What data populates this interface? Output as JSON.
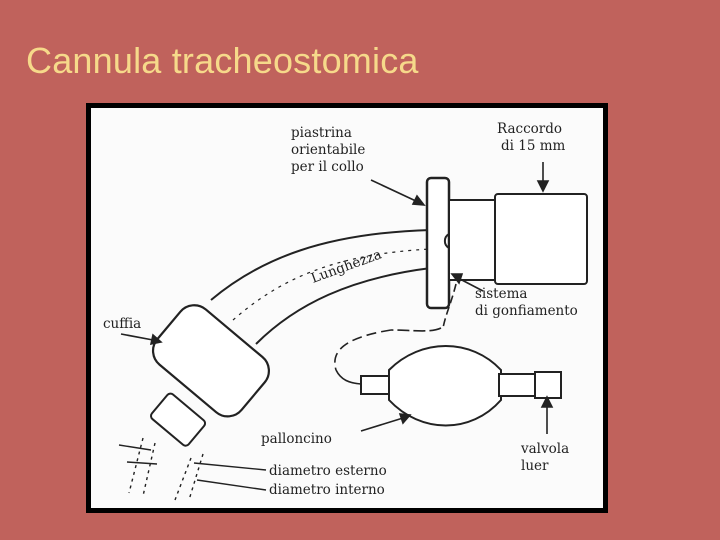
{
  "slide": {
    "title": "Cannula tracheostomica"
  },
  "diagram": {
    "labels": {
      "piastrina": [
        "piastrina",
        "orientabile",
        "per il collo"
      ],
      "raccordo": [
        "Raccordo",
        "di 15 mm"
      ],
      "lunghezza": "Lunghezza",
      "cuffia": "cuffia",
      "sistema": [
        "sistema",
        "di gonfiamento"
      ],
      "palloncino": "palloncino",
      "valvola": [
        "valvola",
        "luer"
      ],
      "diametro_esterno": "diametro esterno",
      "diametro_interno": "diametro interno"
    }
  }
}
